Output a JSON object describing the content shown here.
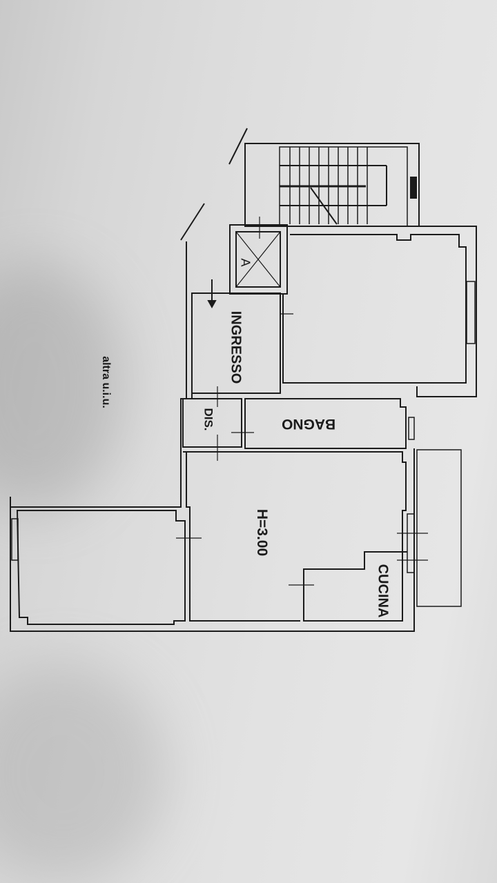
{
  "plan": {
    "rooms": {
      "ingresso": "INGRESSO",
      "dis": "DIS.",
      "bagno": "BAGNO",
      "cucina": "CUCINA",
      "height": "H=3.00",
      "lift": "A"
    },
    "neighbor_label": "altra u.i.u."
  },
  "colors": {
    "paper": "#dcdcdc",
    "ink": "#1b1b1b"
  }
}
